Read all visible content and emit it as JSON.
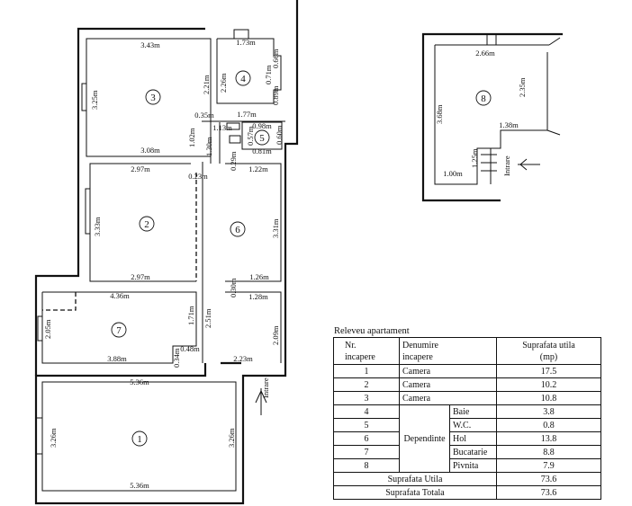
{
  "plan": {
    "rooms": [
      "1",
      "2",
      "3",
      "4",
      "5",
      "6",
      "7",
      "8"
    ],
    "entrances": [
      "Intrare",
      "Intrare"
    ],
    "dims": {
      "r3_top": "3.43m",
      "r3_left": "3.25m",
      "r3_bottom": "3.08m",
      "r3_right": "2.21m",
      "r4_top": "1.73m",
      "r4_left": "2.26m",
      "r4_r1": "0.66m",
      "r4_r2": "0.71m",
      "r4_r3": "0.89m",
      "r4_bottom": "1.77m",
      "d035": "0.35m",
      "d113": "1.13m",
      "d102": "1.02m",
      "d130": "1.30m",
      "r5_top": "0.98m",
      "r5_l": "0.57m",
      "r5_r": "0.60m",
      "r5_bottom": "0.81m",
      "d029": "0.29m",
      "r6_top": "1.22m",
      "r6_right": "3.31m",
      "r6_bottom": "1.26m",
      "r2_top": "2.97m",
      "r2_door": "0.23m",
      "r2_left": "3.33m",
      "r2_bottom": "2.97m",
      "d030": "0.30m",
      "r6b_top": "1.28m",
      "r6b_right": "2.09m",
      "r7_top": "4.36m",
      "r7_left": "2.05m",
      "r7_171": "1.71m",
      "r7_251": "2.51m",
      "r7_048": "0.48m",
      "r7_034": "0.34m",
      "r7_bottom": "3.88m",
      "d223": "2.23m",
      "r1_top": "5.36m",
      "r1_left": "3.26m",
      "r1_right": "3.26m",
      "r1_bottom": "5.36m",
      "r8_top": "2.66m",
      "r8_left": "3.68m",
      "r8_right": "2.35m",
      "r8_138": "1.38m",
      "r8_125": "1.25m",
      "r8_bottom": "1.00m"
    }
  },
  "legend": {
    "title": "Releveu apartament",
    "headers": {
      "nr": [
        "Nr.",
        "incapere"
      ],
      "denumire": [
        "Denumire",
        "incapere"
      ],
      "suprafata": [
        "Suprafata utila",
        "(mp)"
      ]
    },
    "rows": [
      {
        "nr": "1",
        "name": "Camera",
        "area": "17.5"
      },
      {
        "nr": "2",
        "name": "Camera",
        "area": "10.2"
      },
      {
        "nr": "3",
        "name": "Camera",
        "area": "10.8"
      },
      {
        "nr": "4",
        "group": "Dependinte",
        "name": "Baie",
        "area": "3.8"
      },
      {
        "nr": "5",
        "name": "W.C.",
        "area": "0.8"
      },
      {
        "nr": "6",
        "name": "Hol",
        "area": "13.8"
      },
      {
        "nr": "7",
        "name": "Bucatarie",
        "area": "8.8"
      },
      {
        "nr": "8",
        "name": "Pivnita",
        "area": "7.9"
      }
    ],
    "totals": [
      {
        "label": "Suprafata Utila",
        "value": "73.6"
      },
      {
        "label": "Suprafata Totala",
        "value": "73.6"
      }
    ]
  }
}
